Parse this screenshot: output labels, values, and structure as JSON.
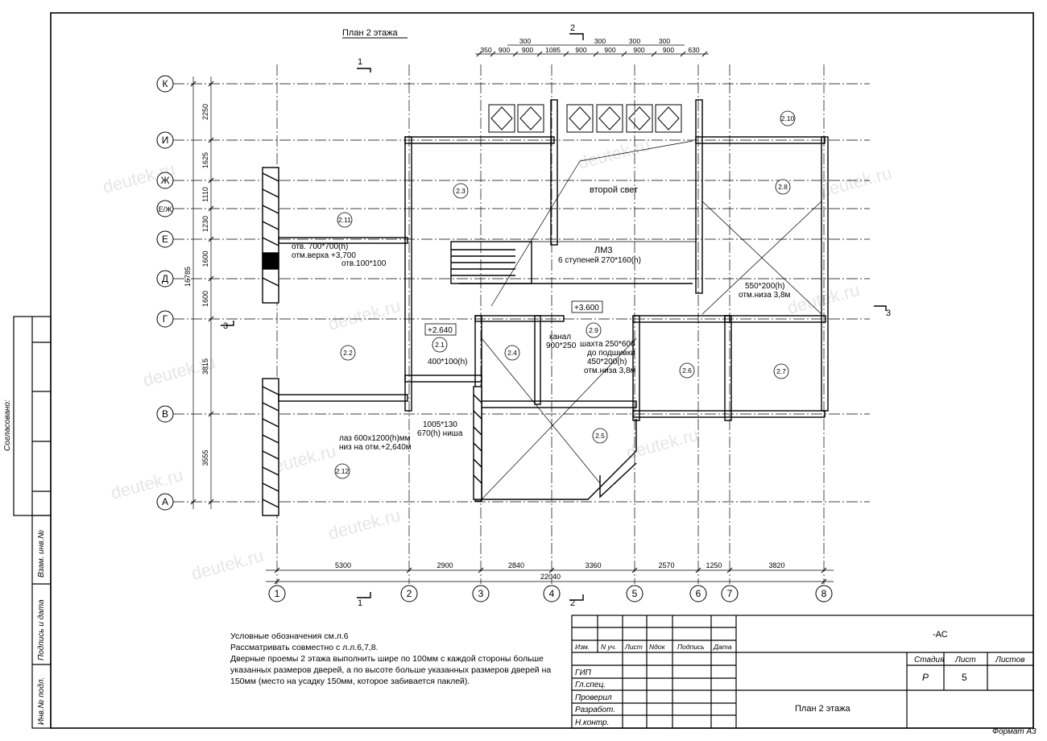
{
  "plan_title": "План 2 этажа",
  "axes_letters": [
    "К",
    "И",
    "Ж",
    "Е/Ж",
    "Е",
    "Д",
    "Г",
    "В",
    "А"
  ],
  "axes_numbers": [
    "1",
    "2",
    "3",
    "4",
    "5",
    "6",
    "7",
    "8"
  ],
  "bottom_dims": [
    "5300",
    "2900",
    "2840",
    "3360",
    "2570",
    "1250",
    "3820"
  ],
  "overall_width": "22040",
  "left_dims": [
    "2250",
    "1625",
    "1110",
    "1230",
    "1600",
    "1600",
    "3815",
    "3555"
  ],
  "overall_height": "16785",
  "top_dims": [
    "350",
    "900",
    "900",
    "1085",
    "900",
    "900",
    "900",
    "900",
    "630"
  ],
  "top_dims_upper": [
    "300",
    "300",
    "300",
    "300"
  ],
  "rooms": [
    "2.1",
    "2.2",
    "2.3",
    "2.4",
    "2.5",
    "2.6",
    "2.7",
    "2.8",
    "2.9",
    "2.10",
    "2.11",
    "2.12"
  ],
  "levels": {
    "l1": "+2.640",
    "l2": "+3.600"
  },
  "section_marks": {
    "s1": "1",
    "s2": "2",
    "s3": "3"
  },
  "annotations": {
    "second_light": "второй свет",
    "stair": "ЛМ3",
    "stair_steps": "6 ступеней 270*160(h)",
    "opening1": "отв. 700*700(h)",
    "opening1_top": "отм.верха +3,700",
    "opening2": "отв.100*100",
    "opening3": "550*200(h)",
    "opening3_low": "отм.низа 3,8м",
    "opening4": "400*100(h)",
    "shaft": "шахта 250*600",
    "shaft_to": "до подшивки",
    "shaft_opening": "450*200(h)",
    "shaft_low": "отм.низа 3,8м",
    "channel": "канал",
    "channel_size": "900*250",
    "hatch": "лаз 600x1200(h)мм",
    "hatch_low": "низ на отм.+2,640м",
    "niche": "1005*130",
    "niche_h": "670(h) ниша"
  },
  "notes": [
    "Условные обозначения см.л.6",
    "Рассматривать совместно с л.л.6,7,8.",
    "Дверные проемы  2 этажа выполнить шире по 100мм с каждой стороны больше указанных размеров дверей, а по высоте больше указанных размеров дверей на 150мм (место на усадку 150мм, которое забивается паклей)."
  ],
  "side_stamp": {
    "agreed": "Согласовано:",
    "replaced": "Взам. инв.№",
    "signature": "Подпись и дата",
    "inv": "Инв.№ подл."
  },
  "title_block": {
    "code": "-АС",
    "cols": [
      "Изм.",
      "N уч.",
      "Лист",
      "Nдок",
      "Подпись",
      "Дата"
    ],
    "roles": [
      "ГИП",
      "Гл.спец.",
      "Проверил",
      "Разработ.",
      "Н.контр."
    ],
    "stage_label": "Стадия",
    "sheet_label": "Лист",
    "sheets_label": "Листов",
    "stage": "Р",
    "sheet": "5",
    "sheet_title": "План 2 этажа",
    "format": "Формат А3"
  },
  "watermark": "deutek.ru"
}
